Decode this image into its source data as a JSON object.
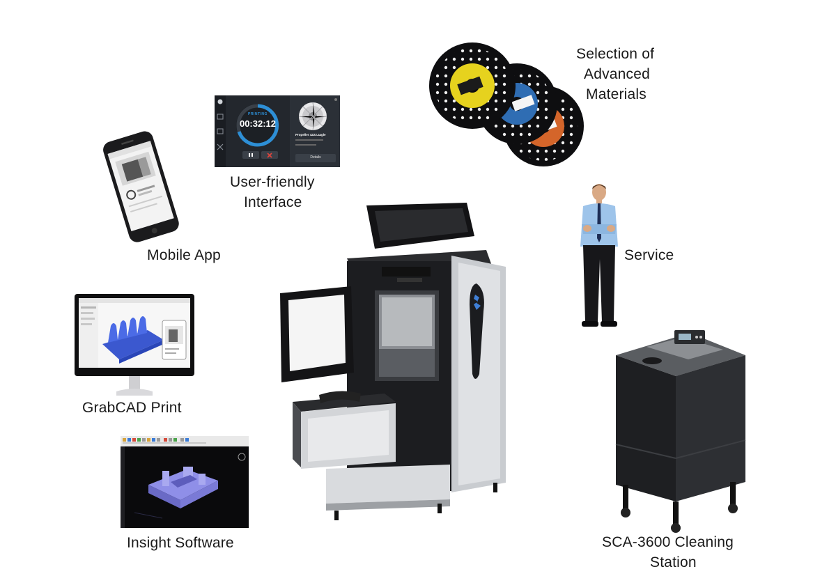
{
  "captions": {
    "mobile_app": "Mobile App",
    "interface_line1": "User-friendly",
    "interface_line2": "Interface",
    "materials_line1": "Selection of",
    "materials_line2": "Advanced",
    "materials_line3": "Materials",
    "service": "Service",
    "grabcad": "GrabCAD  Print",
    "insight": "Insight Software",
    "cleaning_line1": "SCA-3600 Cleaning",
    "cleaning_line2": "Station"
  },
  "interface_panel": {
    "status": "PRINTING",
    "timer": "00:32:12",
    "part_name": "Propeller 4223.aagle",
    "details_button": "Details"
  },
  "colors": {
    "panel_bg": "#23272d",
    "timer_ring": "#2d8fd6",
    "spool_yellow": "#e6d21e",
    "spool_blue": "#2f6db3",
    "spool_orange": "#d4652a",
    "cad_model": "#4b6be6",
    "insight_model": "#8f8fe8"
  }
}
